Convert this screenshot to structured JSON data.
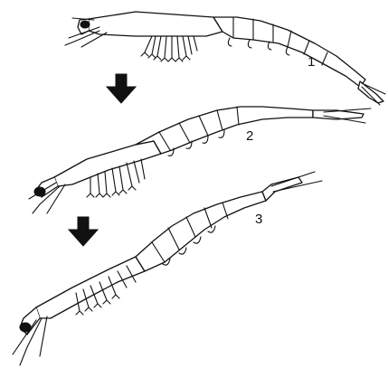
{
  "labels": {
    "stage_1": "1",
    "stage_2": "2",
    "stage_3": "3"
  },
  "colors": {
    "ink": "#111111",
    "background": "#ffffff"
  },
  "icons": {
    "transition_arrow": "down-arrow-icon"
  }
}
